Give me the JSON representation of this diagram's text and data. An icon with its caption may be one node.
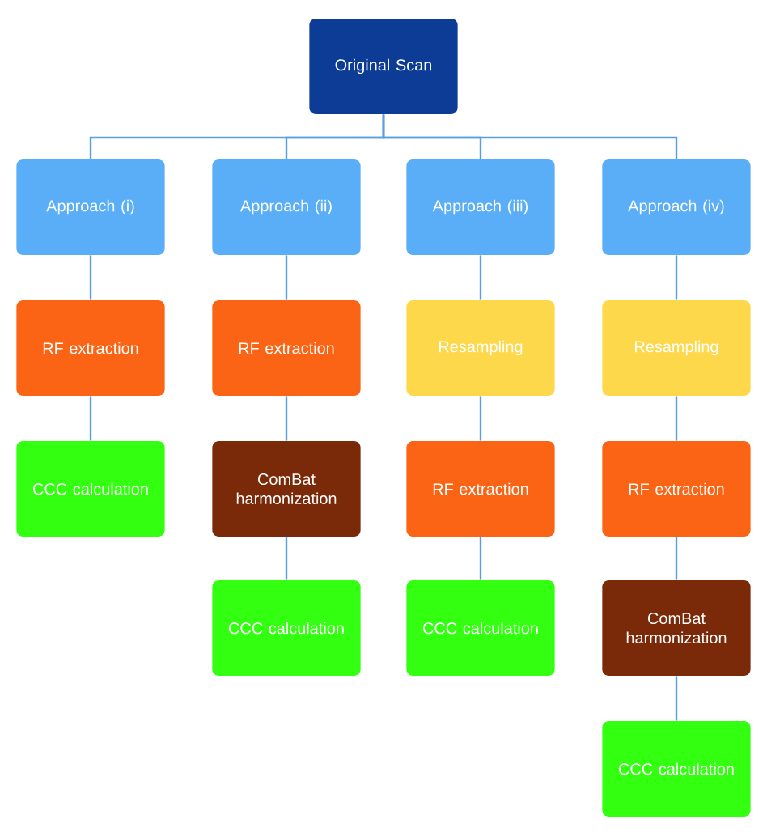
{
  "diagram": {
    "nodes": [
      {
        "text": [
          "Original Scan"
        ]
      },
      {
        "text": [
          "Approach (i)"
        ]
      },
      {
        "text": [
          "Approach (ii)"
        ]
      },
      {
        "text": [
          "Approach (iii)"
        ]
      },
      {
        "text": [
          "Approach (iv)"
        ]
      },
      {
        "text": [
          "RF extraction"
        ]
      },
      {
        "text": [
          "RF extraction"
        ]
      },
      {
        "text": [
          "Resampling"
        ]
      },
      {
        "text": [
          "Resampling"
        ]
      },
      {
        "text": [
          "CCC calculation"
        ]
      },
      {
        "text": [
          "ComBat harmonization"
        ]
      },
      {
        "text": [
          "RF extraction"
        ]
      },
      {
        "text": [
          "RF extraction"
        ]
      },
      {
        "text": [
          "CCC calculation"
        ]
      },
      {
        "text": [
          "CCC calculation"
        ]
      },
      {
        "text": [
          "ComBat harmonization"
        ]
      },
      {
        "text": [
          "CCC calculation"
        ]
      }
    ],
    "edges": [
      {
        "from": 0,
        "to": 1,
        "arrow": "none"
      },
      {
        "from": 0,
        "to": 2,
        "arrow": "none"
      },
      {
        "from": 0,
        "to": 3,
        "arrow": "none"
      },
      {
        "from": 0,
        "to": 4,
        "arrow": "none"
      },
      {
        "from": 1,
        "to": 5,
        "arrow": "none"
      },
      {
        "from": 2,
        "to": 6,
        "arrow": "none"
      },
      {
        "from": 3,
        "to": 7,
        "arrow": "none"
      },
      {
        "from": 4,
        "to": 8,
        "arrow": "none"
      },
      {
        "from": 5,
        "to": 9,
        "arrow": "none"
      },
      {
        "from": 6,
        "to": 10,
        "arrow": "none"
      },
      {
        "from": 7,
        "to": 11,
        "arrow": "none"
      },
      {
        "from": 8,
        "to": 12,
        "arrow": "none"
      },
      {
        "from": 10,
        "to": 13,
        "arrow": "none"
      },
      {
        "from": 11,
        "to": 14,
        "arrow": "none"
      },
      {
        "from": 12,
        "to": 15,
        "arrow": "none"
      },
      {
        "from": 15,
        "to": 16,
        "arrow": "none"
      }
    ]
  }
}
